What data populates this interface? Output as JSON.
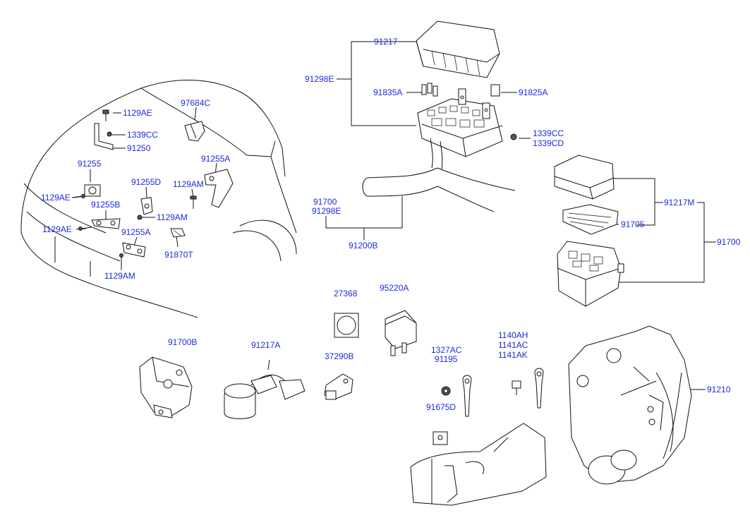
{
  "labels": {
    "p91217": "91217",
    "p91298e_top": "91298E",
    "p91835a": "91835A",
    "p91825a": "91825A",
    "p1339cc_r": "1339CC",
    "p1339cd_r": "1339CD",
    "p91700_mid": "91700",
    "p91298e_mid": "91298E",
    "p91200b": "91200B",
    "p91217m": "91217M",
    "p91705": "91705",
    "p91700_r": "91700",
    "p97684c": "97684C",
    "p1129ae_a": "1129AE",
    "p1339cc_l": "1339CC",
    "p91250": "91250",
    "p91255": "91255",
    "p91255a_a": "91255A",
    "p1129ae_b": "1129AE",
    "p91255d": "91255D",
    "p1129am_a": "1129AM",
    "p91255b": "91255B",
    "p1129am_b": "1129AM",
    "p1129ae_c": "1129AE",
    "p91255a_b": "91255A",
    "p91870t": "91870T",
    "p1129am_c": "1129AM",
    "p27368": "27368",
    "p95220a": "95220A",
    "p91700b": "91700B",
    "p91217a": "91217A",
    "p37290b": "37290B",
    "p1327ac": "1327AC",
    "p91195": "91195",
    "p1140ah": "1140AH",
    "p1141ac": "1141AC",
    "p1141ak": "1141AK",
    "p91675d": "91675D",
    "p91210": "91210"
  }
}
